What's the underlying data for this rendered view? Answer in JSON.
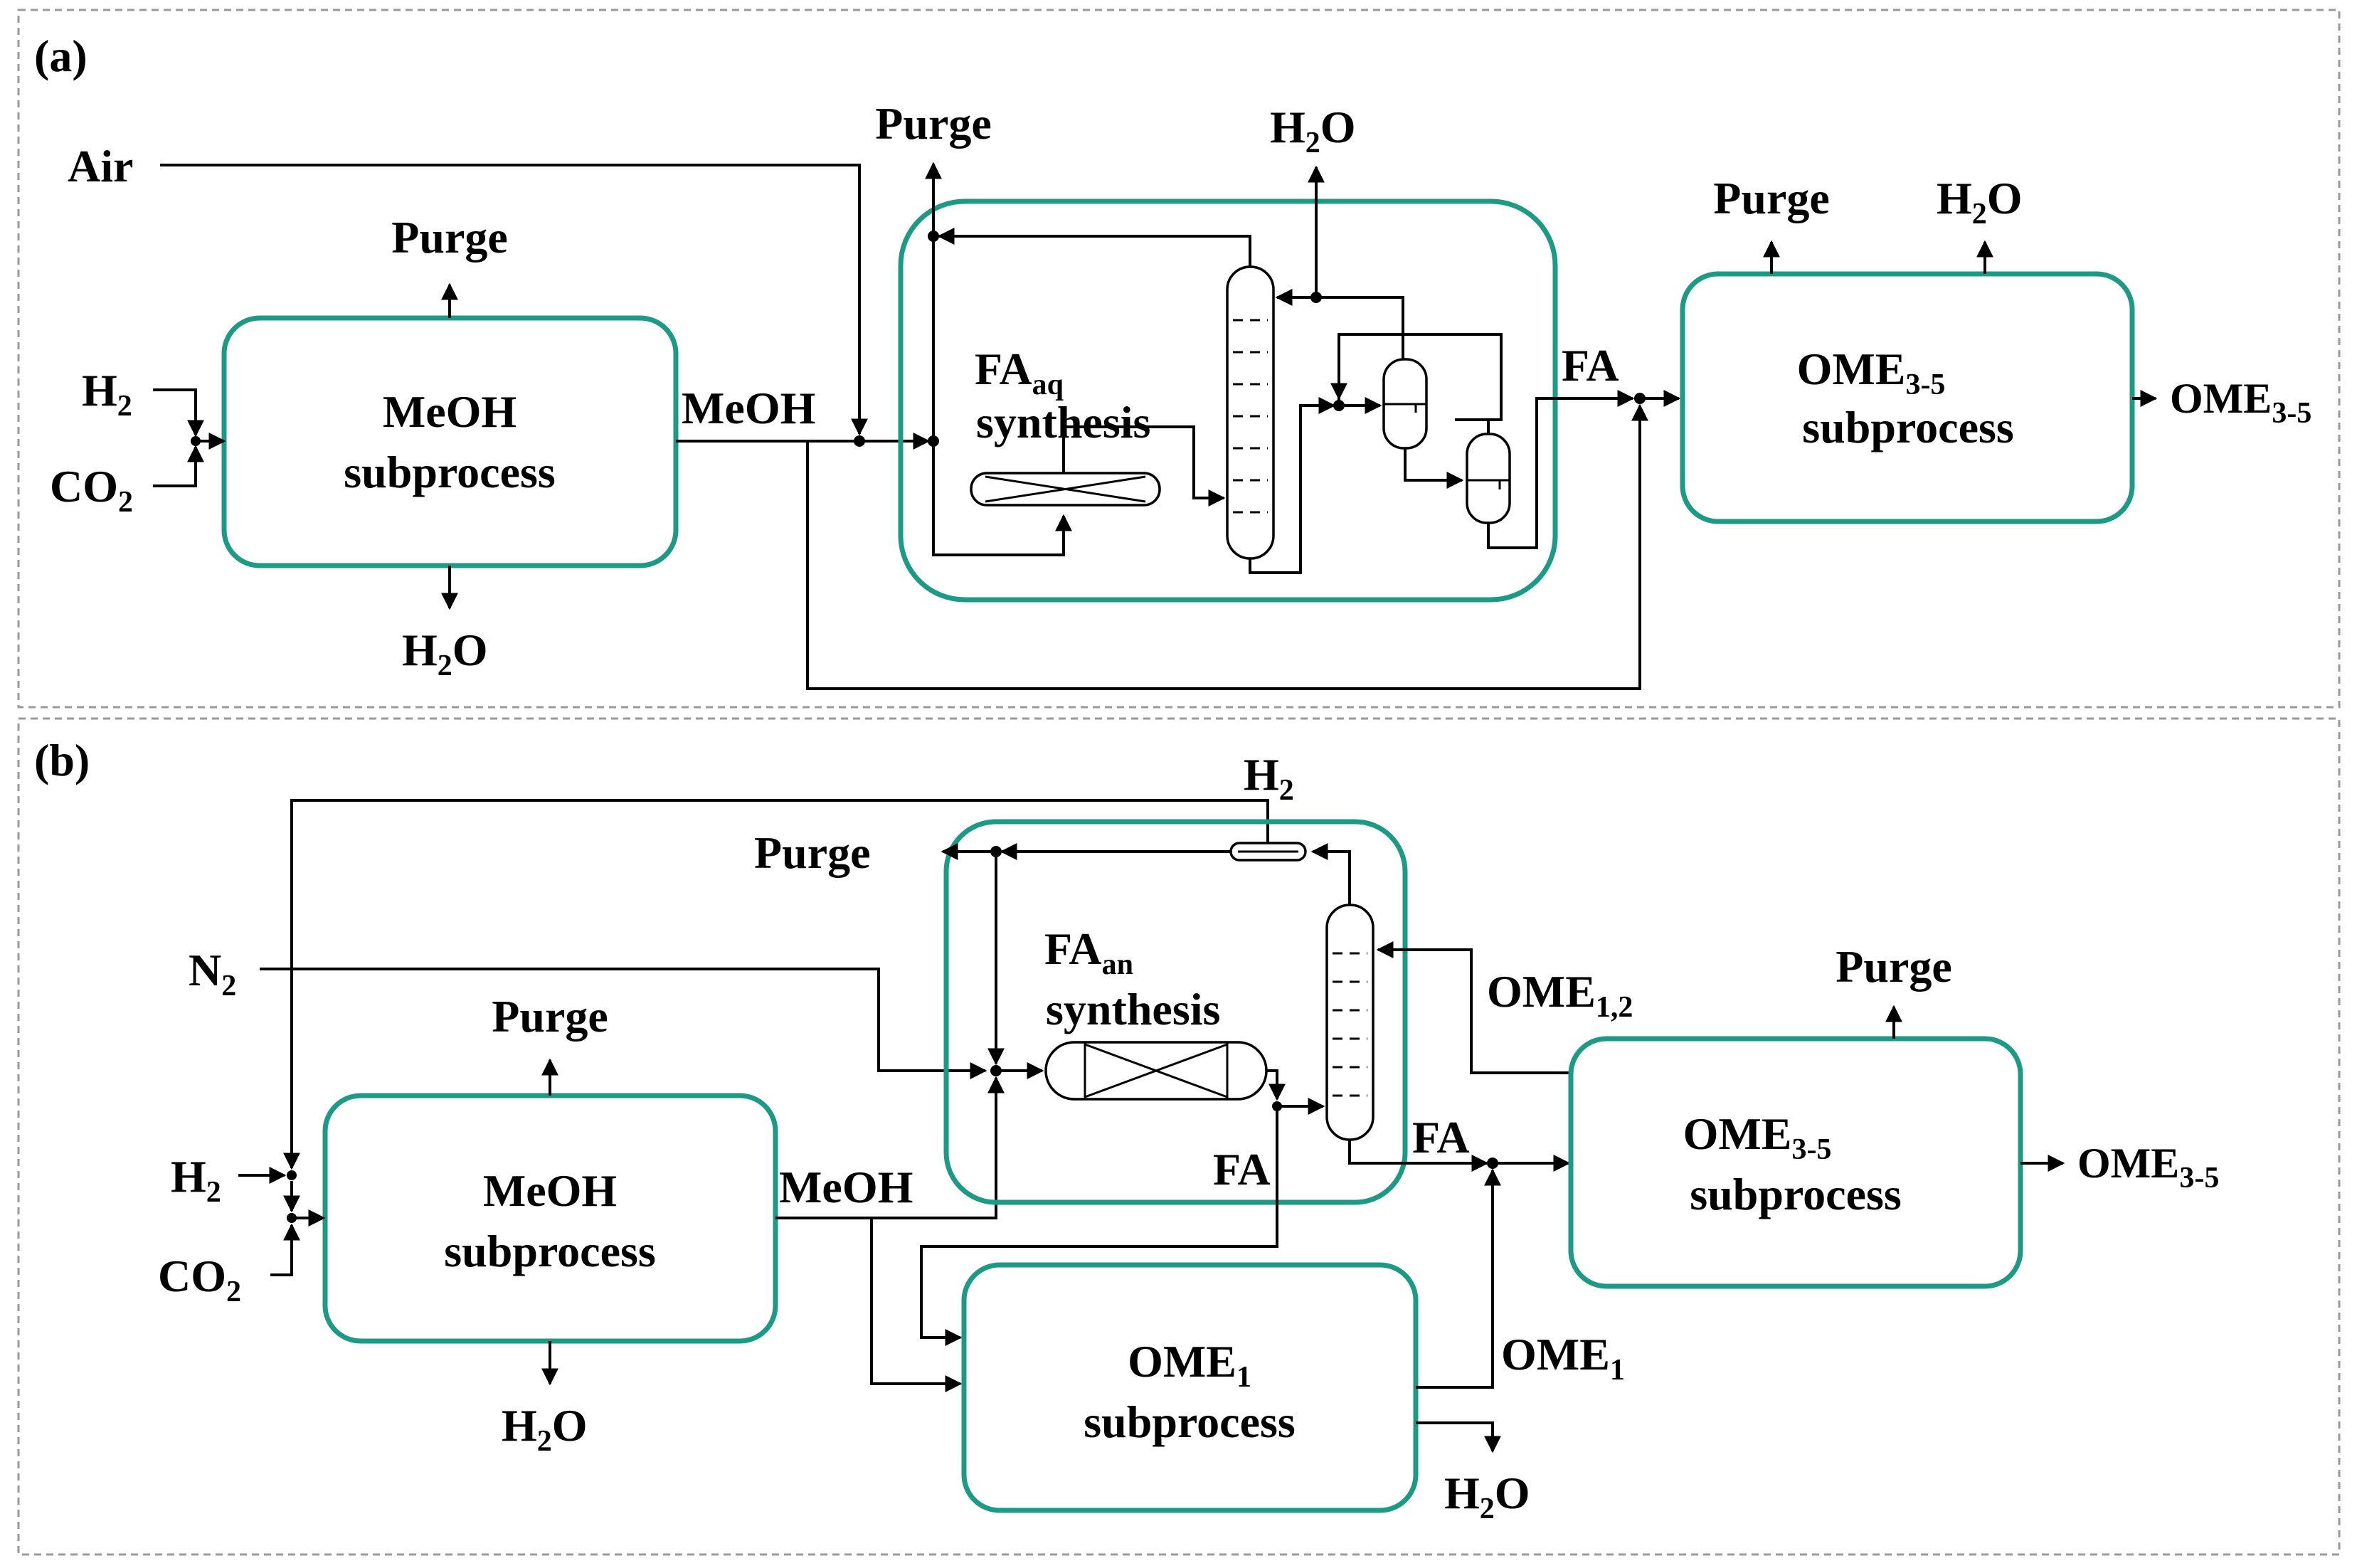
{
  "colors": {
    "subprocess_border": "#1d9a86",
    "panel_border": "#9a9a9a",
    "lines": "#000000"
  },
  "panel_a": {
    "tag": "(a)",
    "inputs": {
      "air": "Air",
      "h2": "H",
      "co2": "CO"
    },
    "meoh_box": {
      "line1": "MeOH",
      "line2": "subprocess"
    },
    "meoh_purge": "Purge",
    "meoh_water": "H",
    "meoh_stream": "MeOH",
    "fa_box": {
      "line1": "FA",
      "sub": "aq",
      "line2": "synthesis"
    },
    "fa_purge": "Purge",
    "fa_water": "H",
    "fa_stream": "FA",
    "ome_box": {
      "line1": "OME",
      "sub": "3-5",
      "line2": "subprocess"
    },
    "ome_purge": "Purge",
    "ome_water": "H",
    "product": "OME",
    "product_sub": "3-5",
    "h2o_sub": "2",
    "h2o_tail": "O",
    "h2_sub": "2",
    "co2_sub": "2"
  },
  "panel_b": {
    "tag": "(b)",
    "inputs": {
      "n2": "N",
      "h2": "H",
      "co2": "CO"
    },
    "h2_recycle": "H",
    "meoh_box": {
      "line1": "MeOH",
      "line2": "subprocess"
    },
    "meoh_purge": "Purge",
    "meoh_water": "H",
    "meoh_stream": "MeOH",
    "fa_box": {
      "line1": "FA",
      "sub": "an",
      "line2": "synthesis"
    },
    "fa_purge": "Purge",
    "fa_out_1": "FA",
    "fa_out_2": "FA",
    "ome12_stream": "OME",
    "ome12_sub": "1,2",
    "ome1_box": {
      "line1": "OME",
      "sub": "1",
      "line2": "subprocess"
    },
    "ome1_stream": "OME",
    "ome1_sub": "1",
    "ome1_water": "H",
    "ome_box": {
      "line1": "OME",
      "sub": "3-5",
      "line2": "subprocess"
    },
    "ome_purge": "Purge",
    "product": "OME",
    "product_sub": "3-5",
    "h2o_sub": "2",
    "h2o_tail": "O",
    "h2_sub": "2",
    "co2_sub": "2",
    "n2_sub": "2"
  }
}
